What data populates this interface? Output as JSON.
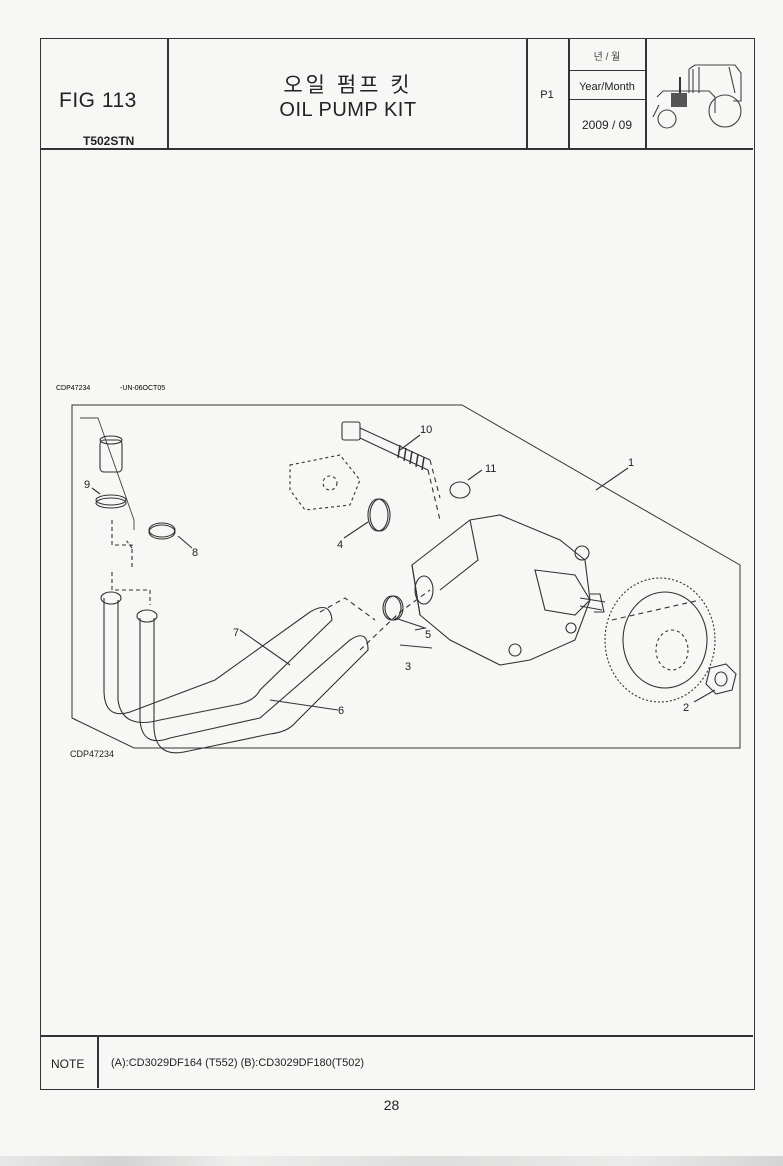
{
  "header": {
    "figure": "FIG 113",
    "model": "T502STN",
    "title_korean": "오일 펌프 킷",
    "title_english": "OIL PUMP KIT",
    "page_ref": "P1",
    "year_month_korean": "년 / 월",
    "year_month_label": "Year/Month",
    "year_month_value": "2009 / 09",
    "thumbnail_icon": "tractor-icon"
  },
  "diagram": {
    "top_code": "CDP47234",
    "top_code_suffix": "-UN-06OCT05",
    "bottom_code": "CDP47234",
    "callouts": [
      "1",
      "2",
      "3",
      "4",
      "5",
      "6",
      "7",
      "8",
      "9",
      "10",
      "11"
    ]
  },
  "note": {
    "label": "NOTE",
    "text": "(A):CD3029DF164 (T552)  (B):CD3029DF180(T502)"
  },
  "footer": {
    "page_number": "28"
  }
}
